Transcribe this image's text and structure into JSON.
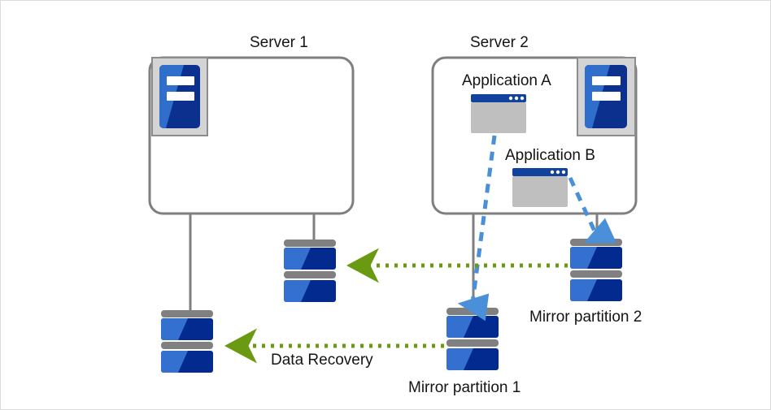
{
  "diagram": {
    "title": "Mirror partition data recovery diagram",
    "background": "#ffffff",
    "border_color": "#dcdcdc"
  },
  "colors": {
    "server_box_border": "#7f7f7f",
    "rack_icon_frame": "#d4d4d4",
    "rack_icon_frame_border": "#8c8c8c",
    "rack_icon_blue_light": "#2f6ecb",
    "rack_icon_blue_dark": "#0b308e",
    "app_titlebar": "#11429e",
    "app_body": "#bfbfbf",
    "app_dot": "#ffffff",
    "disk_cap": "#808080",
    "disk_blue_light": "#3470cf",
    "disk_blue_dark": "#032a8f",
    "connector_line": "#7f7f7f",
    "access_arrow": "#4a90d9",
    "recovery_arrow": "#6a9a11"
  },
  "servers": [
    {
      "id": "server-1",
      "label": "Server 1"
    },
    {
      "id": "server-2",
      "label": "Server 2"
    }
  ],
  "applications": [
    {
      "id": "application-a",
      "label": "Application A"
    },
    {
      "id": "application-b",
      "label": "Application  B"
    }
  ],
  "disks": [
    {
      "id": "disk-server1-lower-left",
      "label": ""
    },
    {
      "id": "disk-server1-upper-right",
      "label": ""
    },
    {
      "id": "disk-mirror-partition-1",
      "label": "Mirror partition 1"
    },
    {
      "id": "disk-mirror-partition-2",
      "label": "Mirror partition 2"
    }
  ],
  "flows": [
    {
      "id": "data-recovery-flow",
      "label": "Data Recovery",
      "style": "dotted",
      "color": "#6a9a11",
      "direction": "right-to-left"
    },
    {
      "id": "mirror-sync-flow",
      "label": "",
      "style": "dotted",
      "color": "#6a9a11",
      "direction": "right-to-left"
    },
    {
      "id": "app-a-access-flow",
      "label": "",
      "style": "dashed",
      "color": "#4a90d9",
      "direction": "to-mirror-partition-1"
    },
    {
      "id": "app-b-access-flow",
      "label": "",
      "style": "dashed",
      "color": "#4a90d9",
      "direction": "to-mirror-partition-2"
    }
  ],
  "labels": {
    "server1": "Server 1",
    "server2": "Server 2",
    "application_a": "Application A",
    "application_b": "Application  B",
    "mirror_partition_1": "Mirror partition 1",
    "mirror_partition_2": "Mirror partition 2",
    "data_recovery": "Data Recovery"
  }
}
